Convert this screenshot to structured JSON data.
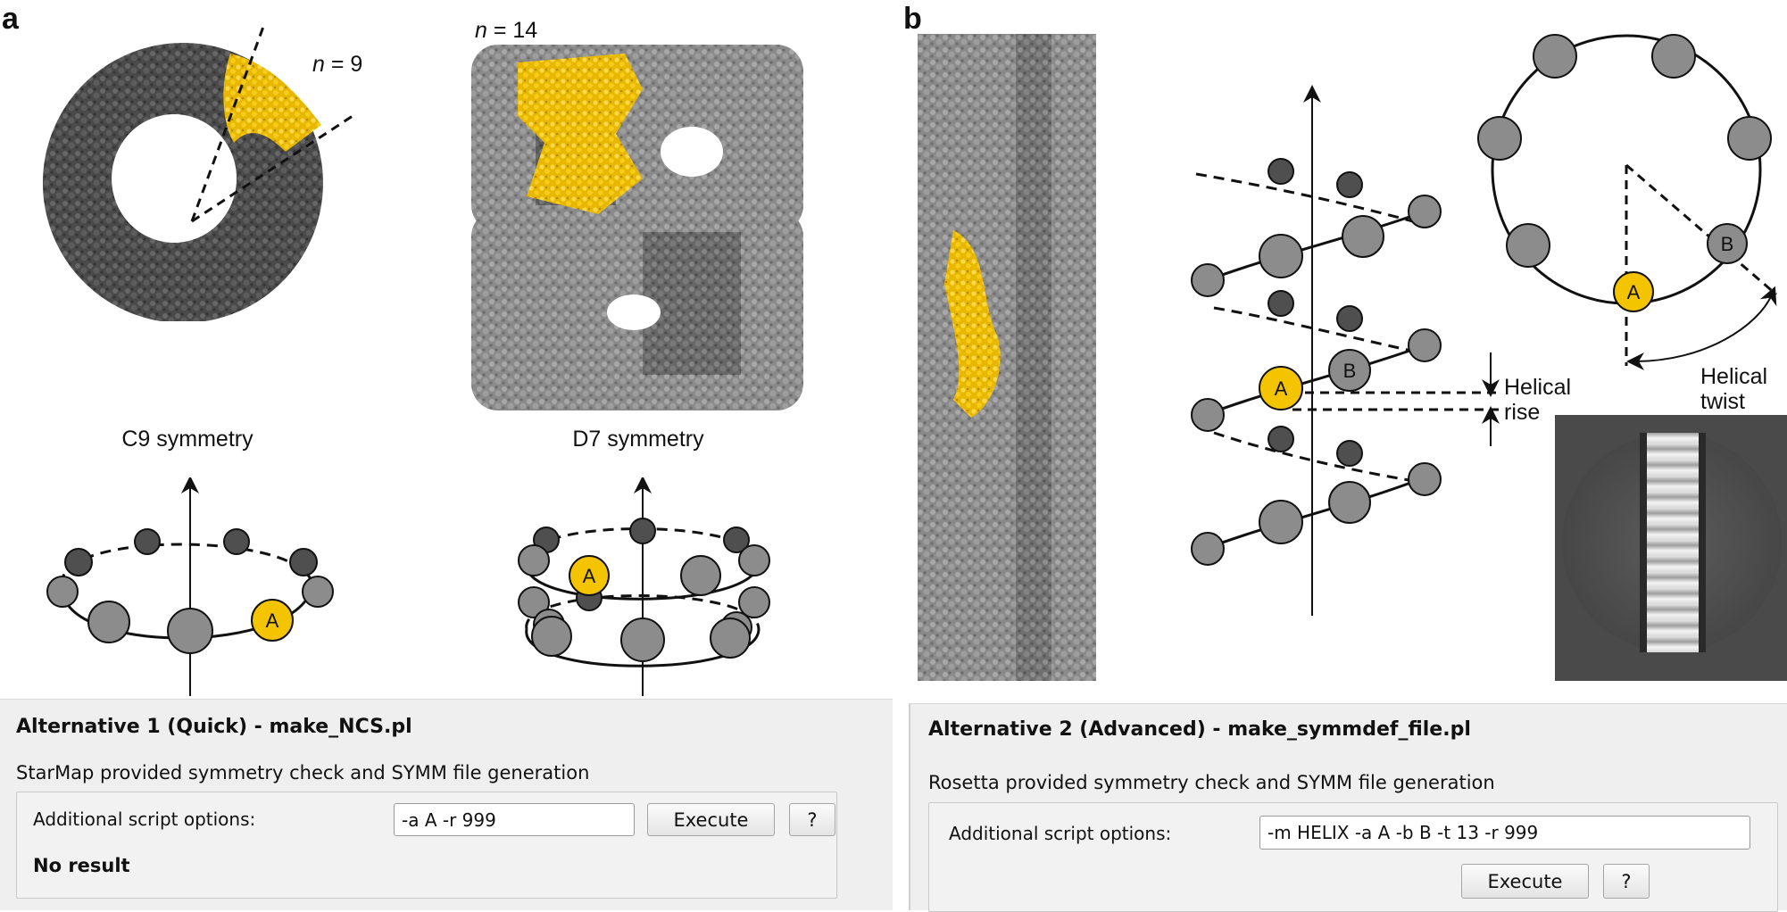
{
  "panel_a": {
    "letter": "a",
    "ring_caption": "C9 symmetry",
    "ring_n": "n",
    "ring_n_value": " = 9",
    "barrel_caption": "D7 symmetry",
    "barrel_n": "n",
    "barrel_n_value": " = 14",
    "c9_diagram_label": "A",
    "d7_diagram_label": "A"
  },
  "panel_b": {
    "letter": "b",
    "helix_label_a": "A",
    "helix_label_b": "B",
    "rise_label_line1": "Helical",
    "rise_label_line2": "rise",
    "ring_label_a": "A",
    "ring_label_b": "B",
    "twist_label_line1": "Helical",
    "twist_label_line2": "twist"
  },
  "alt1": {
    "title": "Alternative 1 (Quick) - make_NCS.pl",
    "description": "StarMap provided symmetry check and SYMM file generation",
    "options_label": "Additional script options:",
    "options_value": "-a A -r 999",
    "execute_label": "Execute",
    "help_label": "?",
    "result": "No result"
  },
  "alt2": {
    "title": "Alternative 2 (Advanced) - make_symmdef_file.pl",
    "description": "Rosetta provided symmetry check and SYMM file generation",
    "options_label": "Additional script options:",
    "options_value": "-m HELIX -a A -b B -t 13 -r 999",
    "execute_label": "Execute",
    "help_label": "?"
  },
  "colors": {
    "subunit_yellow": "#f5c400",
    "density_dark": "#555555",
    "density_light": "#9a9a9a",
    "node_light": "#8c8c8c",
    "node_dark": "#4f4f4f"
  }
}
